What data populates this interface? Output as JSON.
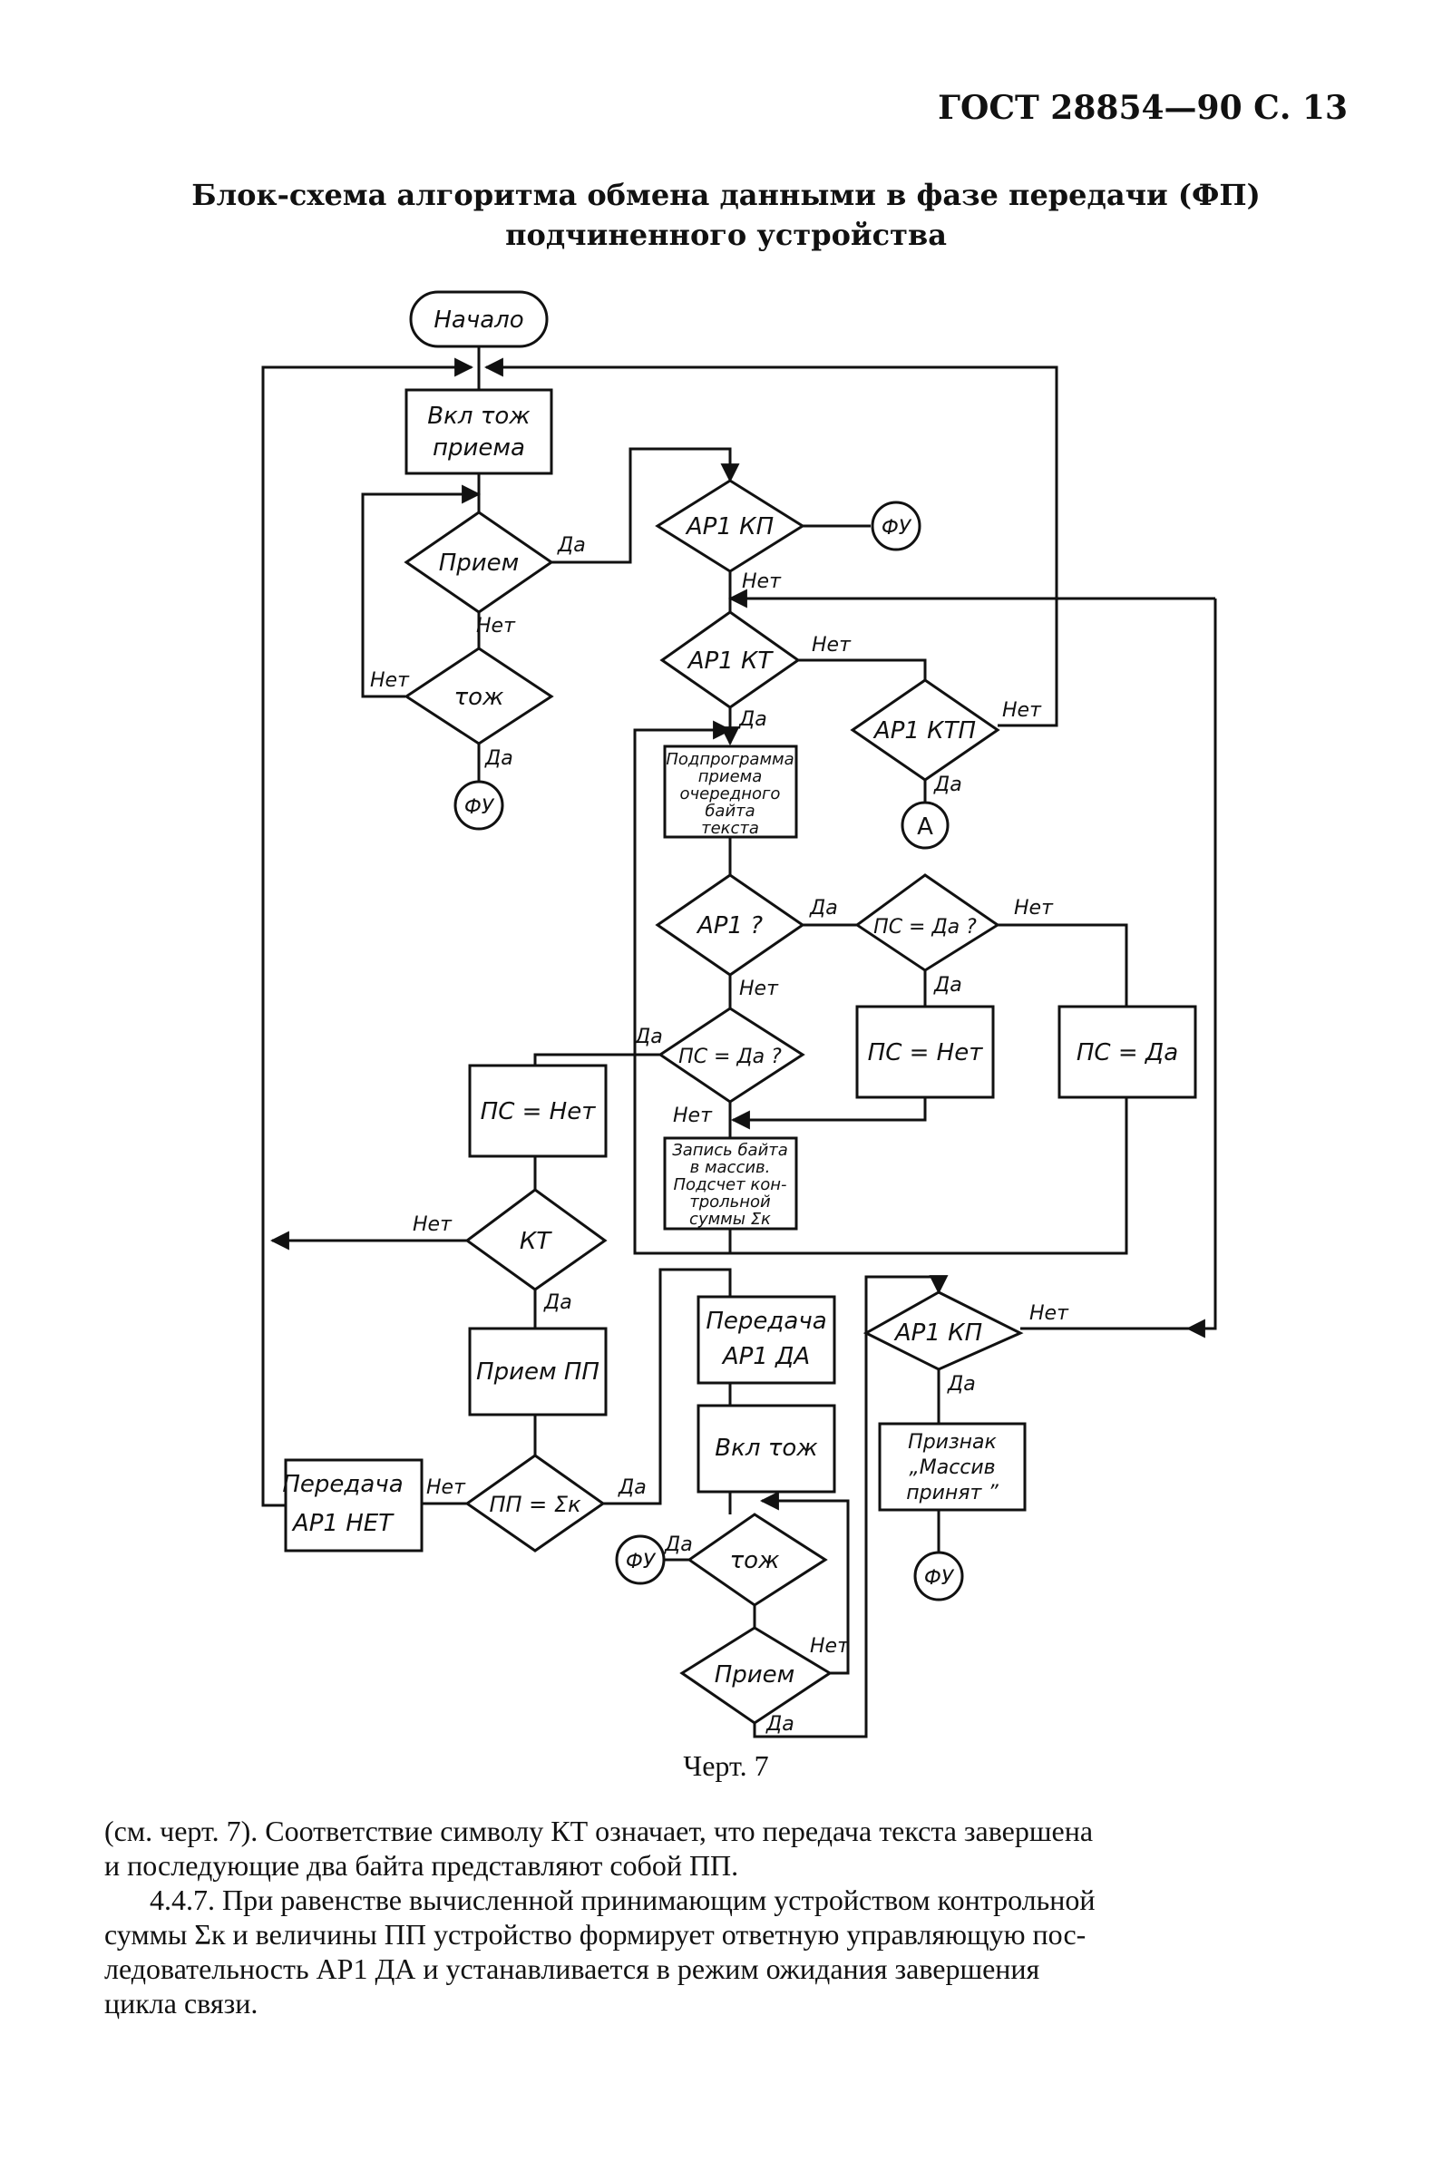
{
  "header": "ГОСТ 28854—90 С. 13",
  "title_line1": "Блок-схема алгоритма обмена данными в фазе передачи (ФП)",
  "title_line2": "подчиненного устройства",
  "caption": "Черт. 7",
  "nodes": {
    "start": "Начало",
    "enable_wait": [
      "Вкл τож",
      "приема"
    ],
    "reception1": "Прием",
    "timeout1": "τож",
    "fu1": "ФУ",
    "ap1_kp1": "АР1 КП",
    "fu2": "ФУ",
    "ap1_kt": "АР1 КТ",
    "ap1_ktp": "АР1 КТП",
    "conn_a": "А",
    "subprog": [
      "Подпрограмма",
      "приема",
      "очередного",
      "байта",
      "текста"
    ],
    "ap1_q": "АР1 ?",
    "ps_da_q1": "ПС = Да ?",
    "ps_da_q2": "ПС = Да ?",
    "ps_net1": "ПС = Нет",
    "ps_net2": "ПС = Нет",
    "ps_da": "ПС = Да",
    "write_byte": [
      "Запись байта",
      "в массив.",
      "Подсчет кон-",
      "трольной",
      "суммы Σк"
    ],
    "kt": "КТ",
    "receive_pp": "Прием ПП",
    "pp_sum": "ПП = Σк",
    "transmit_ap1_net": [
      "Передача",
      "АР1 НЕТ"
    ],
    "transmit_ap1_da": [
      "Передача",
      "АР1 ДА"
    ],
    "enable_wait2": "Вкл τож",
    "timeout2": "τож",
    "fu3": "ФУ",
    "reception2": "Прием",
    "ap1_kp2": "АР1 КП",
    "flag_array": [
      "Признак",
      "„Массив",
      "принят ”"
    ],
    "fu4": "ФУ"
  },
  "edge_labels": {
    "da": "Да",
    "net": "Нет"
  },
  "paragraph1": [
    "(см. черт. 7). Соответствие символу КТ означает, что передача текста завершена",
    "и последующие два байта представляют собой ПП."
  ],
  "paragraph2": [
    "4.4.7. При равенстве вычисленной принимающим устройством контрольной",
    "суммы Σк и величины ПП устройство формирует ответную управляющую пос-",
    "ледовательность АР1 ДА и устанавливается в режим ожидания завершения",
    "цикла связи."
  ]
}
